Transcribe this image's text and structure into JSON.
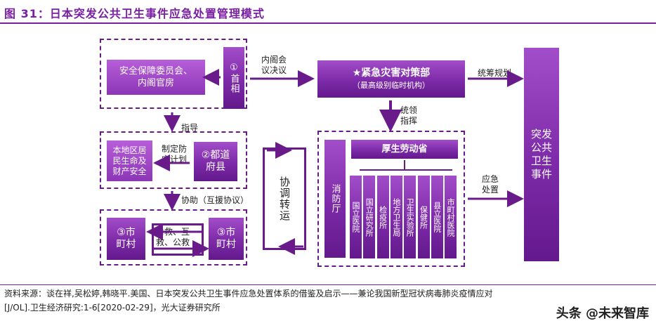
{
  "title": "图 31：日本突发公共卫生事件应急处置管理模式",
  "left": {
    "security_council": "安全保障委员会、\n内阁官房",
    "prime_minister": "①首相",
    "guide_label": "指导",
    "local_residents": "本地区居\n民生命及\n财产安全",
    "plan_label": "制定防\n灾计划",
    "prefecture": "②都道\n府县",
    "assist_label": "协助（互援协议）",
    "city_a": "③市\n町村",
    "mutual_aid": "自救、互\n救、公救",
    "city_b": "③市\n町村"
  },
  "coordinate": "协调转运",
  "center": {
    "cabinet_label": "内阁会\n议决议",
    "hq_title": "★紧急灾害对策部",
    "hq_sub": "（最高级别临时机构）",
    "lead_label": "统领\n指挥",
    "fire_dept": "消防厅",
    "mhlw": "厚生劳动省",
    "agencies": [
      "国立医院",
      "国立研究所",
      "检疫所",
      "地方卫生局",
      "卫生实验所",
      "保健所",
      "县立医院",
      "市町村医院"
    ]
  },
  "right": {
    "plan_label": "统筹规划",
    "respond_label": "应急\n处置",
    "event": "突发公共卫生事件"
  },
  "source": {
    "line1": "资料来源：谈在祥,吴松婷,韩晓平.美国、日本突发公共卫生事件应急处置体系的借鉴及启示——兼论我国新型冠状病毒肺炎疫情应对",
    "line2": "[J/OL].卫生经济研究:1-6[2020-02-29]，光大证券研究所"
  },
  "watermark": "头条 @未来智库",
  "colors": {
    "primary": "#6a1b8a",
    "box": "#7d2aa8"
  }
}
